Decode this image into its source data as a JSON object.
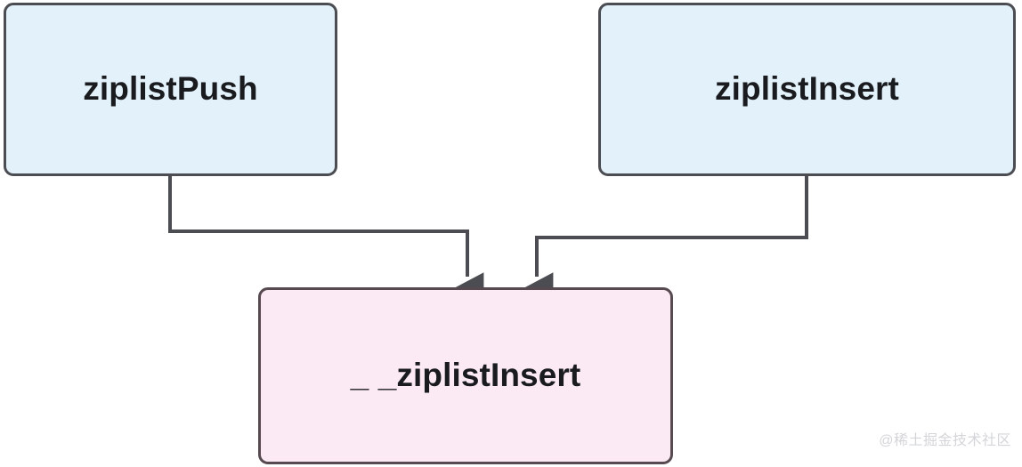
{
  "diagram": {
    "type": "flowchart",
    "background_color": "#ffffff",
    "edge_color": "#4b4d52",
    "nodes": [
      {
        "id": "ziplistPush",
        "label": "ziplistPush",
        "fill": "#e3f2fa",
        "border": "#4b4d52",
        "text_color": "#191b1f"
      },
      {
        "id": "ziplistInsert",
        "label": "ziplistInsert",
        "fill": "#e3f2fa",
        "border": "#4b4d52",
        "text_color": "#191b1f"
      },
      {
        "id": "__ziplistInsert",
        "label": "_ _ziplistInsert",
        "fill": "#fbeaf3",
        "border": "#56494f",
        "text_color": "#191b1f"
      }
    ],
    "edges": [
      {
        "id": "push-to-internal",
        "from": "ziplistPush",
        "to": "__ziplistInsert",
        "arrow": "down"
      },
      {
        "id": "insert-to-internal",
        "from": "ziplistInsert",
        "to": "__ziplistInsert",
        "arrow": "down"
      }
    ]
  },
  "watermark": {
    "text": "@稀土掘金技术社区"
  }
}
